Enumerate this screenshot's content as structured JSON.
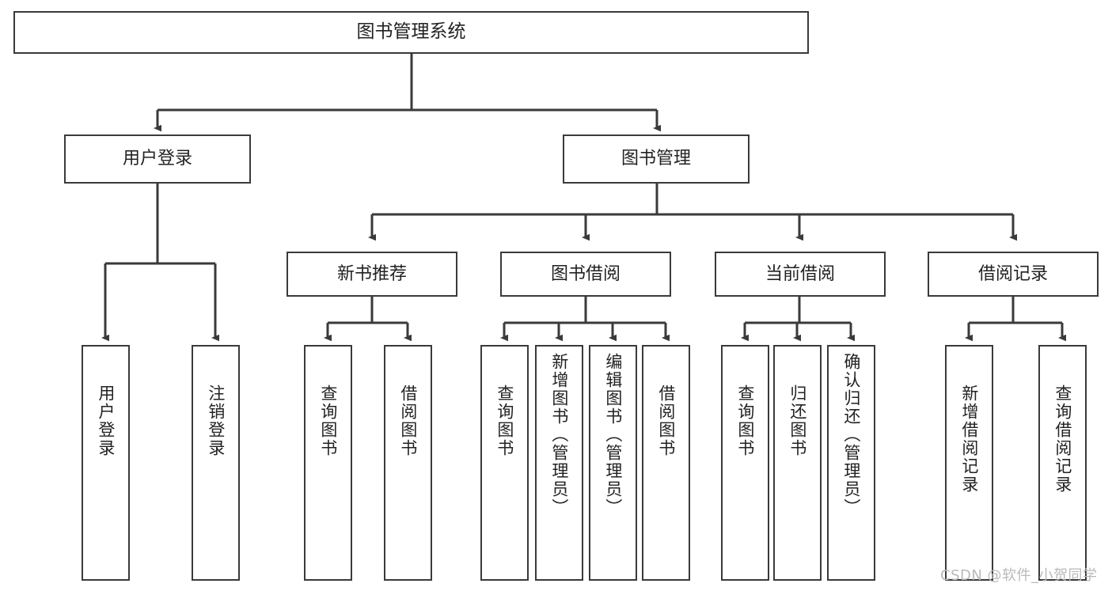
{
  "diagram": {
    "type": "tree-hierarchy-chart",
    "title": "图书管理系统",
    "watermark": "CSDN @软件_小贺同学",
    "stroke_color": "#3a3a3a",
    "fill_color": "#ffffff",
    "text_color": "#222222",
    "background": "#ffffff"
  },
  "nodes": {
    "root": {
      "label": "图书管理系统"
    },
    "level2": [
      {
        "id": "user-login",
        "label": "用户登录"
      },
      {
        "id": "book-management",
        "label": "图书管理"
      }
    ],
    "level3": [
      {
        "id": "new-book-recommend",
        "label": "新书推荐"
      },
      {
        "id": "book-borrow",
        "label": "图书借阅"
      },
      {
        "id": "current-borrow",
        "label": "当前借阅"
      },
      {
        "id": "borrow-record",
        "label": "借阅记录"
      }
    ],
    "leaves": {
      "user-login": [
        {
          "id": "leaf-user-login",
          "label": "用户登录"
        },
        {
          "id": "leaf-logout-login",
          "label": "注销登录"
        }
      ],
      "new-book-recommend": [
        {
          "id": "leaf-query-book-1",
          "label": "查询图书"
        },
        {
          "id": "leaf-borrow-book-1",
          "label": "借阅图书"
        }
      ],
      "book-borrow": [
        {
          "id": "leaf-query-book-2",
          "label": "查询图书"
        },
        {
          "id": "leaf-add-book-admin",
          "label": "新增图书（管理员）"
        },
        {
          "id": "leaf-edit-book-admin",
          "label": "编辑图书（管理员）"
        },
        {
          "id": "leaf-borrow-book-2",
          "label": "借阅图书"
        }
      ],
      "current-borrow": [
        {
          "id": "leaf-query-book-3",
          "label": "查询图书"
        },
        {
          "id": "leaf-return-book",
          "label": "归还图书"
        },
        {
          "id": "leaf-confirm-return-admin",
          "label": "确认归还（管理员）"
        }
      ],
      "borrow-record": [
        {
          "id": "leaf-add-borrow-record",
          "label": "新增借阅记录"
        },
        {
          "id": "leaf-query-borrow-record",
          "label": "查询借阅记录"
        }
      ]
    }
  }
}
